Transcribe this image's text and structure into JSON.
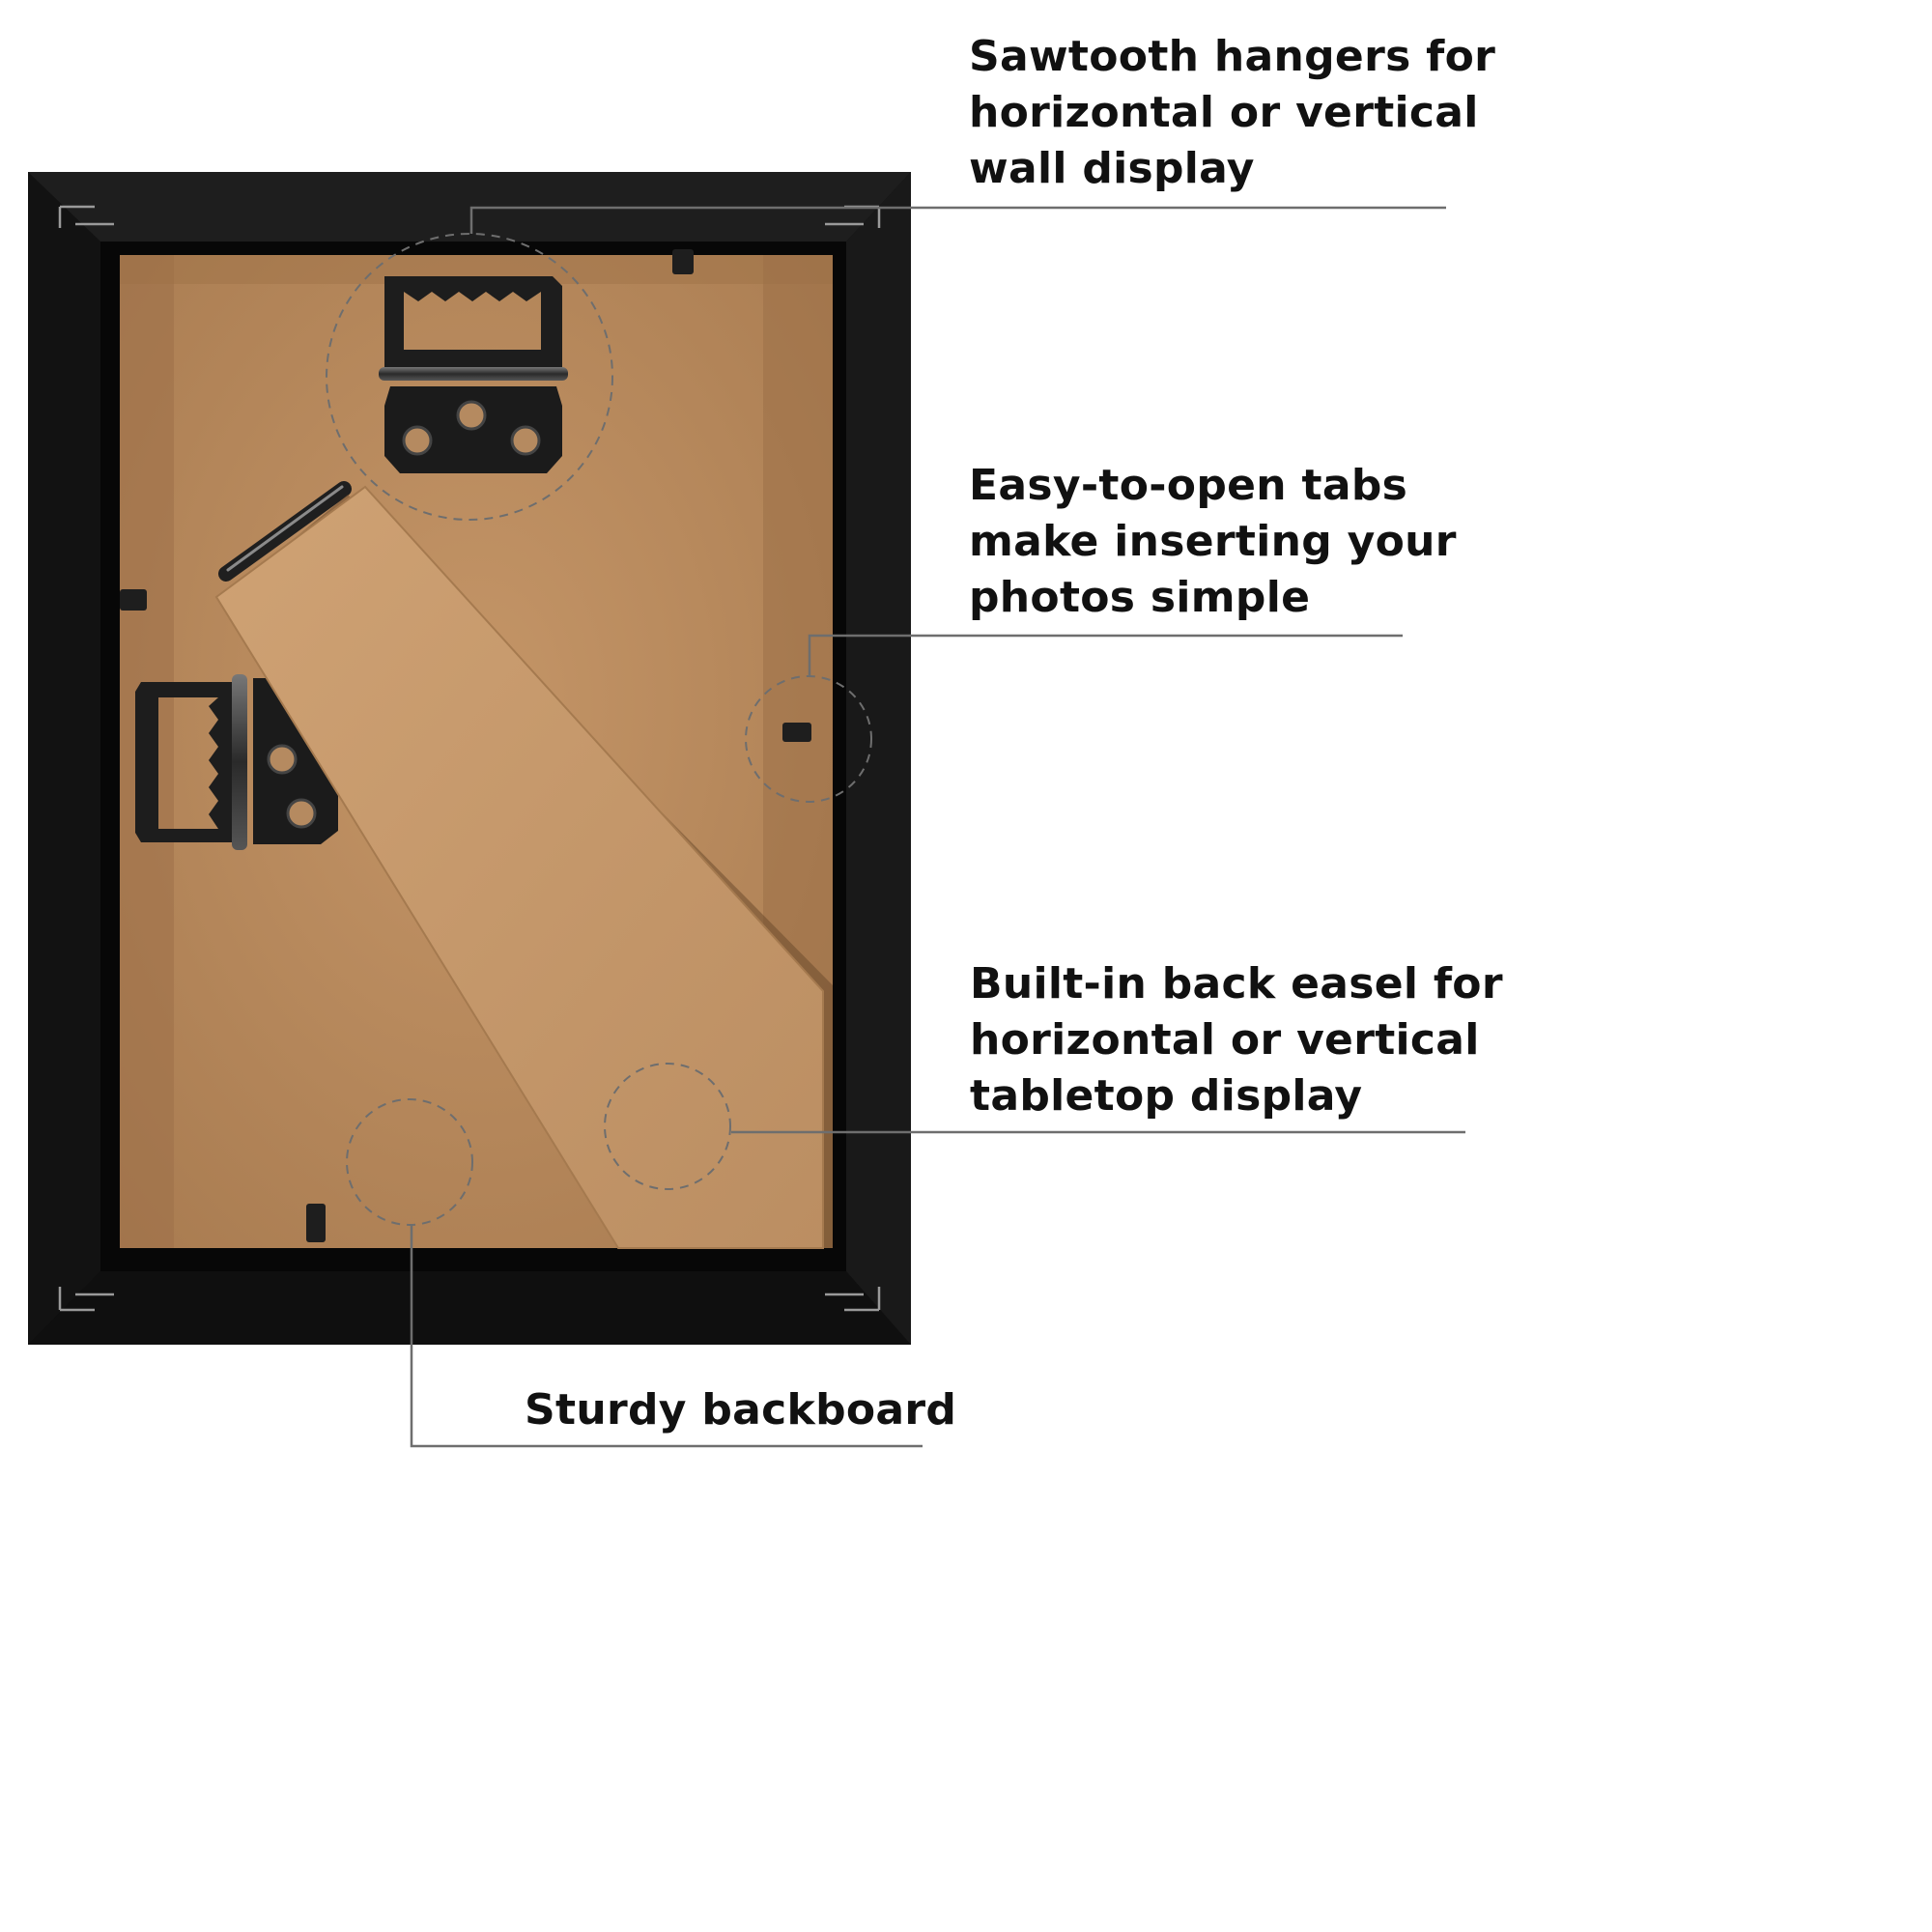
{
  "callouts": {
    "hangers": {
      "lines": [
        "Sawtooth hangers for",
        "horizontal or vertical",
        "wall display"
      ]
    },
    "tabs": {
      "lines": [
        "Easy-to-open tabs",
        "make inserting your",
        "photos simple"
      ]
    },
    "easel": {
      "lines": [
        "Built-in back easel for",
        "horizontal or vertical",
        "tabletop display"
      ]
    },
    "backboard": {
      "lines": [
        "Sturdy backboard"
      ]
    }
  },
  "colors": {
    "frame": "#141414",
    "backboard": "#b88a5e",
    "easel": "#c6996d",
    "hardware": "#222222",
    "leader_line": "#6e6e6e",
    "text": "#111111"
  }
}
